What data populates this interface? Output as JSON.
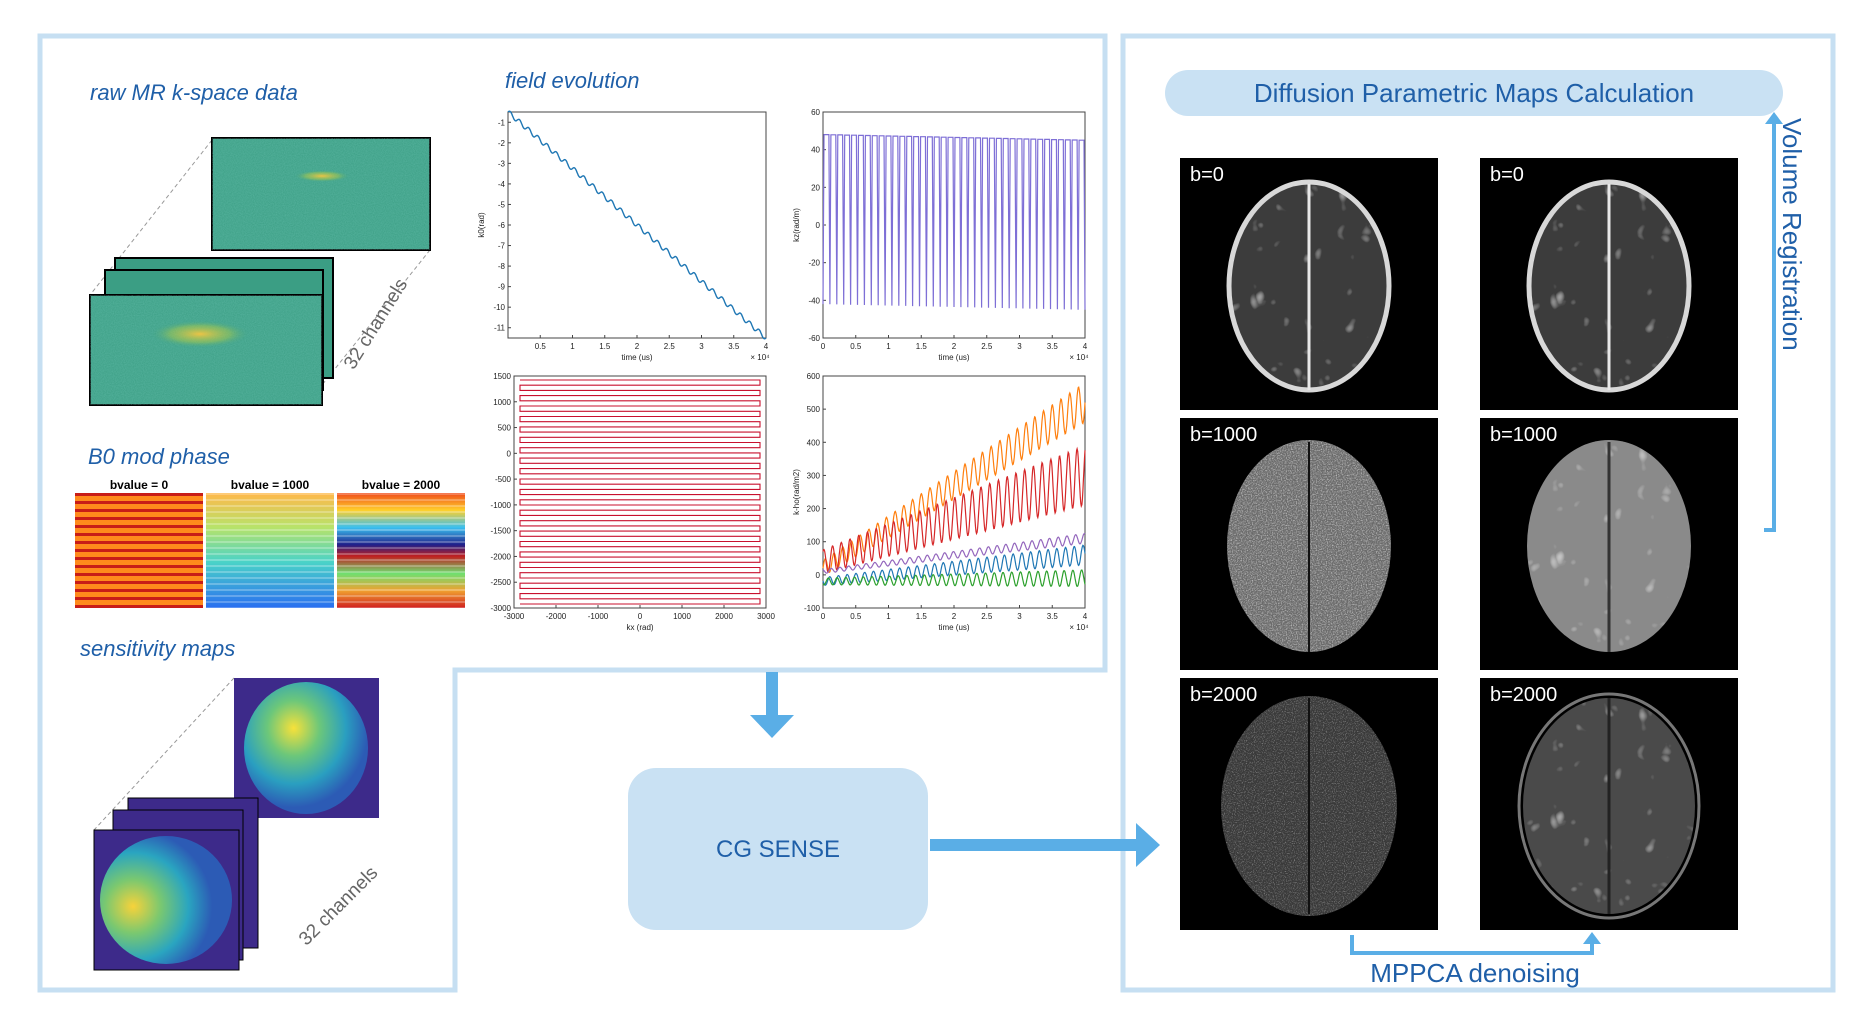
{
  "sections": {
    "raw_kspace": "raw MR k-space data",
    "field_evolution": "field evolution",
    "b0_mod_phase": "B0 mod phase",
    "sensitivity_maps": "sensitivity maps"
  },
  "channels_label_1": "32 channels",
  "channels_label_2": "32 channels",
  "phase_titles": [
    "bvalue = 0",
    "bvalue = 1000",
    "bvalue = 2000"
  ],
  "cg_sense": "CG SENSE",
  "diffusion_maps": "Diffusion Parametric Maps Calculation",
  "volume_registration": "Volume Registration",
  "mppca": "MPPCA denoising",
  "brain_labels": {
    "left": [
      "b=0",
      "b=1000",
      "b=2000"
    ],
    "right": [
      "b=0",
      "b=1000",
      "b=2000"
    ]
  },
  "colors": {
    "frame": "#c6dff2",
    "accent": "#5aaee6",
    "text_blue": "#1f5fa8",
    "box_fill": "#c9e1f3"
  },
  "chart_data": [
    {
      "type": "line",
      "ylabel": "k0(rad)",
      "xlabel": "time (us)",
      "x_ticks": [
        "0.5",
        "1",
        "1.5",
        "2",
        "2.5",
        "3",
        "3.5",
        "4"
      ],
      "y_ticks": [
        "-1",
        "-2",
        "-3",
        "-4",
        "-5",
        "-6",
        "-7",
        "-8",
        "-9",
        "-10",
        "-11"
      ],
      "x_exponent": "× 10⁴",
      "ylim": [
        -11.5,
        -0.5
      ],
      "series": [
        {
          "color": "#1f77b4",
          "start": -0.5,
          "end": -11.5
        }
      ]
    },
    {
      "type": "line",
      "ylabel": "kz(rad/m)",
      "xlabel": "time (us)",
      "x_ticks": [
        "0",
        "0.5",
        "1",
        "1.5",
        "2",
        "2.5",
        "3",
        "3.5",
        "4"
      ],
      "y_ticks": [
        "60",
        "40",
        "20",
        "0",
        "-20",
        "-40",
        "-60"
      ],
      "x_exponent": "× 10⁴",
      "ylim": [
        -60,
        60
      ],
      "series": [
        {
          "color": "#7e6fd6",
          "high": 48,
          "low": -42,
          "cycles": 38
        }
      ]
    },
    {
      "type": "line",
      "ylabel": "",
      "xlabel": "kx (rad)",
      "x_ticks": [
        "-3000",
        "-2000",
        "-1000",
        "0",
        "1000",
        "2000",
        "3000"
      ],
      "y_ticks": [
        "1500",
        "1000",
        "500",
        "0",
        "-500",
        "-1000",
        "-1500",
        "-2000",
        "-2500",
        "-3000"
      ],
      "xlim": [
        -3000,
        3000
      ],
      "ylim": [
        -3000,
        1500
      ],
      "series": [
        {
          "color": "#c8102e",
          "rows": 44
        }
      ]
    },
    {
      "type": "line",
      "ylabel": "k-ho(rad/m2)",
      "xlabel": "time (us)",
      "x_ticks": [
        "0",
        "0.5",
        "1",
        "1.5",
        "2",
        "2.5",
        "3",
        "3.5",
        "4"
      ],
      "y_ticks": [
        "600",
        "500",
        "400",
        "300",
        "200",
        "100",
        "0",
        "-100"
      ],
      "x_exponent": "× 10⁴",
      "ylim": [
        -100,
        600
      ],
      "series": [
        {
          "color": "#ff7f0e",
          "base_start": 20,
          "base_end": 520,
          "amp": 60
        },
        {
          "color": "#d62728",
          "base_start": 40,
          "base_end": 300,
          "amp": 90
        },
        {
          "color": "#9467bd",
          "base_start": 10,
          "base_end": 110,
          "amp": 15
        },
        {
          "color": "#1f77b4",
          "base_start": -20,
          "base_end": 60,
          "amp": 30
        },
        {
          "color": "#2ca02c",
          "base_start": -20,
          "base_end": -10,
          "amp": 25
        }
      ]
    }
  ]
}
